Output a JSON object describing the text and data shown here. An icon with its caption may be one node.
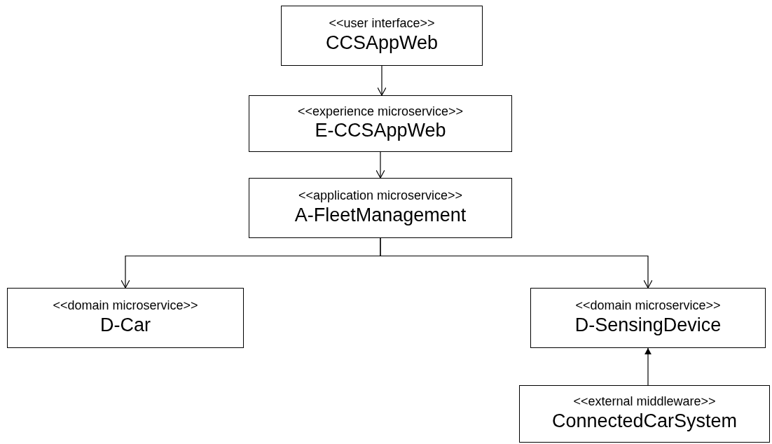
{
  "diagram": {
    "nodes": [
      {
        "text": [
          "<<user interface>>",
          "CCSAppWeb"
        ]
      },
      {
        "text": [
          "<<experience microservice>>",
          "E-CCSAppWeb"
        ]
      },
      {
        "text": [
          "<<application microservice>>",
          "A-FleetManagement"
        ]
      },
      {
        "text": [
          "<<domain microservice>>",
          "D-Car"
        ]
      },
      {
        "text": [
          "<<domain microservice>>",
          "D-SensingDevice"
        ]
      },
      {
        "text": [
          "<<external middleware>>",
          "ConnectedCarSystem"
        ]
      }
    ],
    "edges": [
      {
        "from": 0,
        "to": 1,
        "arrow": "to"
      },
      {
        "from": 1,
        "to": 2,
        "arrow": "to"
      },
      {
        "from": 2,
        "to": 3,
        "arrow": "to"
      },
      {
        "from": 2,
        "to": 4,
        "arrow": "to"
      },
      {
        "from": 5,
        "to": 4,
        "arrow": "to"
      }
    ]
  }
}
